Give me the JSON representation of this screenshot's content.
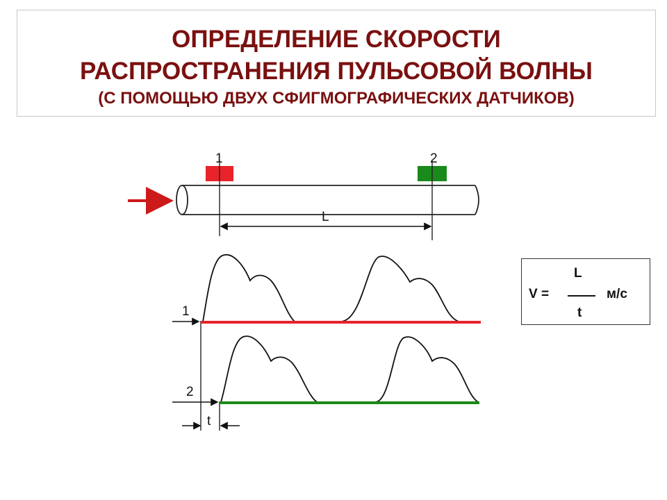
{
  "title": {
    "line1": "ОПРЕДЕЛЕНИЕ СКОРОСТИ",
    "line2": "РАСПРОСТРАНЕНИЯ ПУЛЬСОВОЙ ВОЛНЫ",
    "line3": "(С ПОМОЩЬЮ ДВУХ СФИГМОГРАФИЧЕСКИХ ДАТЧИКОВ)"
  },
  "diagram": {
    "sensor1_label": "1",
    "sensor2_label": "2",
    "sensor1_color": "#e8232a",
    "sensor2_color": "#1a8a1a",
    "distance_label": "L",
    "trace1_label": "1",
    "trace2_label": "2",
    "delay_label": "t",
    "arrow_color": "#cc1a1a"
  },
  "formula": {
    "lhs": "V =",
    "numerator": "L",
    "denominator": "t",
    "unit": "м/с"
  }
}
